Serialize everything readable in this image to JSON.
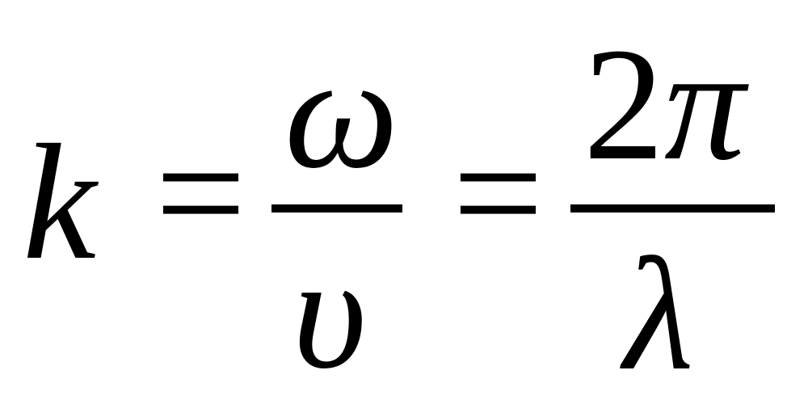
{
  "formula": {
    "lhs": "k",
    "equals_1": "=",
    "fraction_1": {
      "numerator": "ω",
      "denominator": "υ"
    },
    "equals_2": "=",
    "fraction_2": {
      "numerator_number": "2",
      "numerator_symbol": "π",
      "denominator": "λ"
    }
  }
}
